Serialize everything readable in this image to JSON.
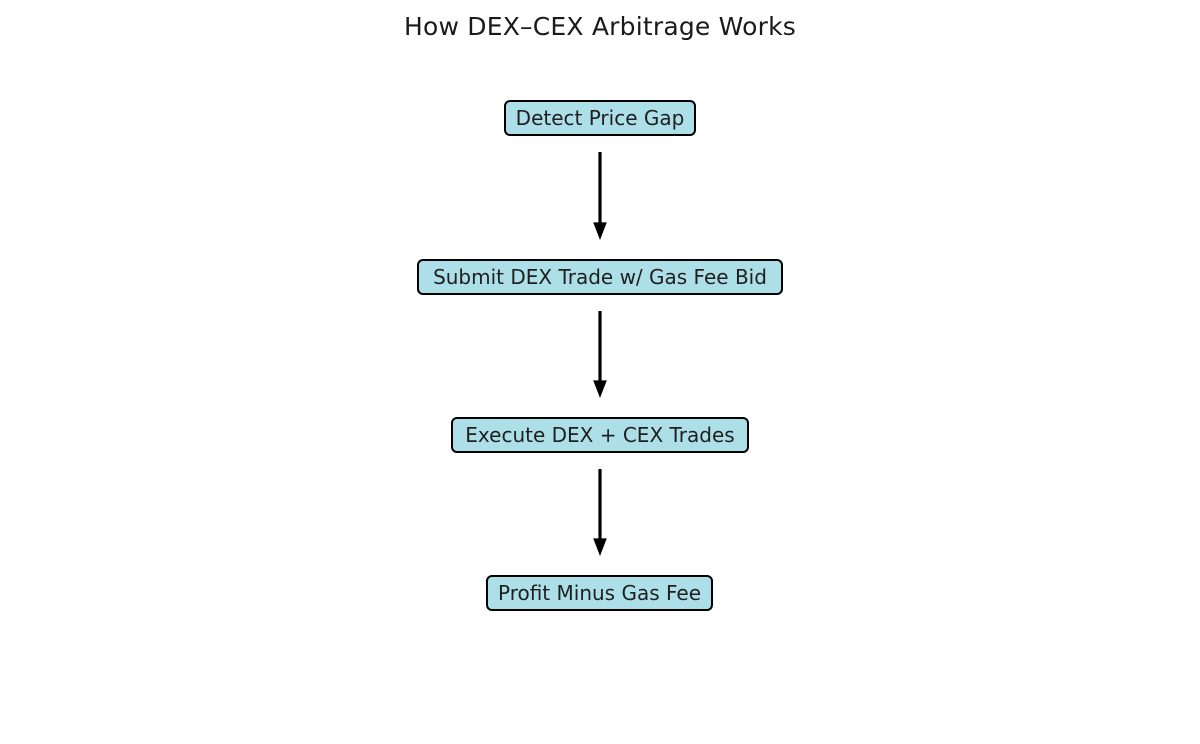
{
  "diagram": {
    "title": "How DEX–CEX Arbitrage Works",
    "type": "flowchart",
    "orientation": "top-to-bottom",
    "background_color": "#ffffff",
    "node_fill_color": "#addfe8",
    "node_border_color": "#000000",
    "node_text_color": "#1f1f1f",
    "arrow_color": "#000000",
    "title_color": "#1a1a1a",
    "nodes": [
      {
        "id": "detect-price-gap",
        "label": "Detect Price Gap",
        "step": 1
      },
      {
        "id": "submit-dex-trade",
        "label": "Submit DEX Trade w/ Gas Fee Bid",
        "step": 2
      },
      {
        "id": "execute-trades",
        "label": "Execute DEX + CEX Trades",
        "step": 3
      },
      {
        "id": "profit-minus-gas",
        "label": "Profit Minus Gas Fee",
        "step": 4
      }
    ],
    "edges": [
      {
        "id": "edge-1",
        "from": "detect-price-gap",
        "to": "submit-dex-trade",
        "label": ""
      },
      {
        "id": "edge-2",
        "from": "submit-dex-trade",
        "to": "execute-trades",
        "label": ""
      },
      {
        "id": "edge-3",
        "from": "execute-trades",
        "to": "profit-minus-gas",
        "label": ""
      }
    ]
  }
}
